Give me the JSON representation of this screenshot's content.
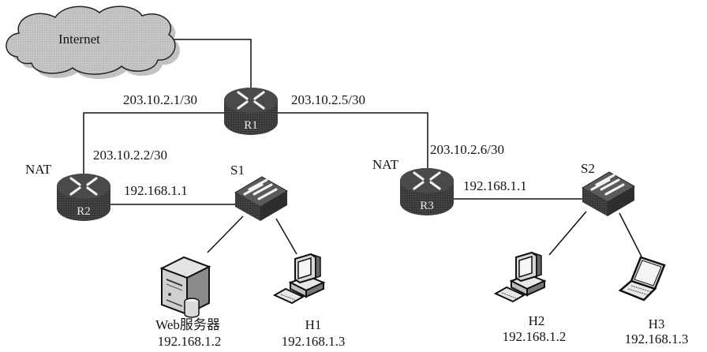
{
  "diagram": {
    "title": "",
    "cloud": {
      "label": "Internet",
      "icon": "cloud-icon",
      "fill": "#c4c4c4"
    },
    "routers": [
      {
        "id": "R1",
        "label": "R1",
        "nat_label": ""
      },
      {
        "id": "R2",
        "label": "R2",
        "nat_label": "NAT"
      },
      {
        "id": "R3",
        "label": "R3",
        "nat_label": "NAT"
      }
    ],
    "switches": [
      {
        "id": "S1",
        "label": "S1"
      },
      {
        "id": "S2",
        "label": "S2"
      }
    ],
    "hosts": [
      {
        "id": "web",
        "name": "Web服务器",
        "ip": "192.168.1.2",
        "icon": "server-icon"
      },
      {
        "id": "H1",
        "name": "H1",
        "ip": "192.168.1.3",
        "icon": "desktop-computer-icon"
      },
      {
        "id": "H2",
        "name": "H2",
        "ip": "192.168.1.2",
        "icon": "desktop-computer-icon"
      },
      {
        "id": "H3",
        "name": "H3",
        "ip": "192.168.1.3",
        "icon": "laptop-icon"
      }
    ],
    "interfaces": {
      "r1_to_r2": "203.10.2.1/30",
      "r1_to_r3": "203.10.2.5/30",
      "r2_wan": "203.10.2.2/30",
      "r3_wan": "203.10.2.6/30",
      "r2_lan": "192.168.1.1",
      "r3_lan": "192.168.1.1"
    },
    "colors": {
      "router_fill": "#3a3a3a",
      "switch_fill": "#4a4a4a",
      "line": "#111111"
    }
  }
}
